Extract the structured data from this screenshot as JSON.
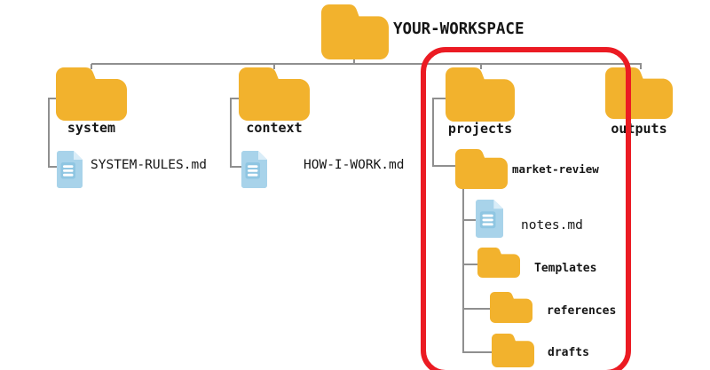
{
  "tree": {
    "root": {
      "label": "YOUR-WORKSPACE",
      "icon": "folder-icon"
    },
    "system": {
      "label": "system",
      "icon": "folder-icon",
      "file": {
        "label": "SYSTEM-RULES.md",
        "icon": "document-icon"
      }
    },
    "context": {
      "label": "context",
      "icon": "folder-icon",
      "file": {
        "label": "HOW-I-WORK.md",
        "icon": "document-icon"
      }
    },
    "projects": {
      "label": "projects",
      "icon": "folder-icon",
      "market_review": {
        "label": "market-review",
        "icon": "folder-icon",
        "children": [
          {
            "label": "notes.md",
            "icon": "document-icon"
          },
          {
            "label": "Templates",
            "icon": "folder-icon"
          },
          {
            "label": "references",
            "icon": "folder-icon"
          },
          {
            "label": "drafts",
            "icon": "folder-icon"
          }
        ]
      }
    },
    "outputs": {
      "label": "outputs",
      "icon": "folder-icon"
    }
  },
  "highlight": {
    "shape": "rounded-rectangle",
    "around": "projects branch",
    "color": "#EB1B23"
  },
  "colors": {
    "folder": "#F2B22D",
    "file_body": "#A8D3EA",
    "file_fold": "#D9EDF8",
    "file_panel": "#8FC6E2",
    "file_lines": "#FFFFFF",
    "connector": "#8F8F8F",
    "text": "#161616",
    "background": "#FFFFFF"
  }
}
